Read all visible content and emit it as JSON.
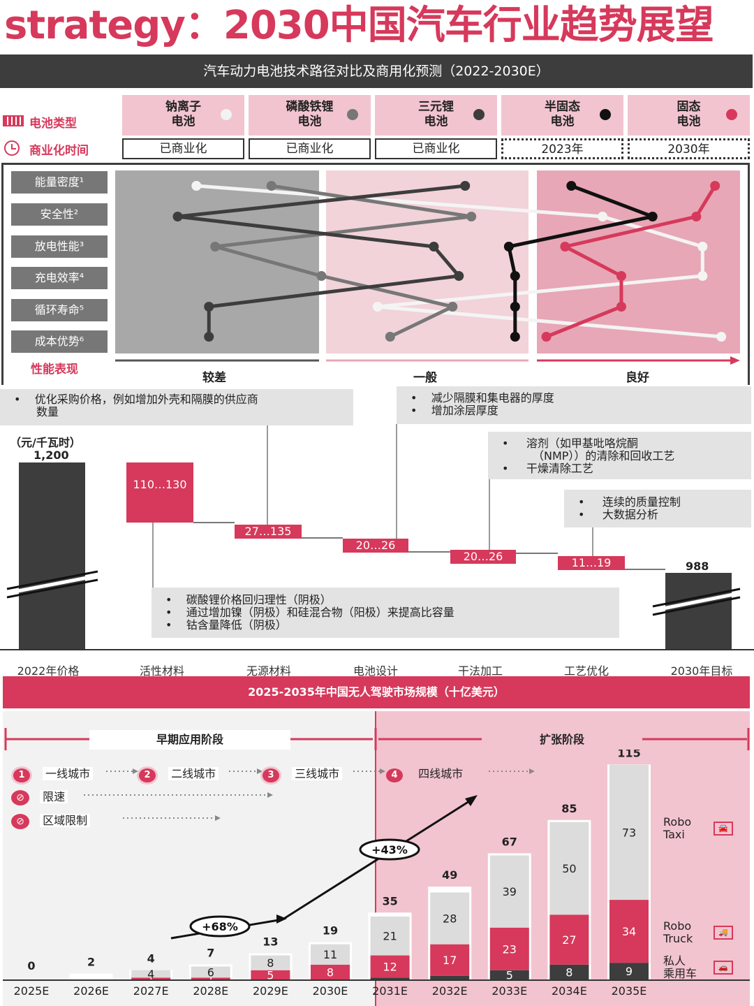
{
  "title": "strategy：2030中国汽车行业趋势展望",
  "section1": {
    "header": "汽车动力电池技术路径对比及商用化预测（2022-2030E）",
    "row_label_type": "电池类型",
    "row_label_time": "商业化时间",
    "battery_types": [
      {
        "name_line1": "钠离子",
        "name_line2": "电池",
        "dot_color": "#f2f2f2",
        "time": "已商业化"
      },
      {
        "name_line1": "磷酸铁锂",
        "name_line2": "电池",
        "dot_color": "#777777",
        "time": "已商业化"
      },
      {
        "name_line1": "三元锂",
        "name_line2": "电池",
        "dot_color": "#3d3d3d",
        "time": "已商业化"
      },
      {
        "name_line1": "半固态",
        "name_line2": "电池",
        "dot_color": "#111111",
        "time": "2023年"
      },
      {
        "name_line1": "固态",
        "name_line2": "电池",
        "dot_color": "#d6395b",
        "time": "2030年"
      }
    ],
    "metrics": [
      "能量密度¹",
      "安全性²",
      "放电性能³",
      "充电效率⁴",
      "循环寿命⁵",
      "成本优势⁶"
    ],
    "performance_label": "性能表现",
    "levels": [
      "较差",
      "一般",
      "良好"
    ]
  },
  "chart_data": [
    {
      "type": "line",
      "title": "",
      "categories": [
        "能量密度¹",
        "安全性²",
        "放电性能³",
        "充电效率⁴",
        "循环寿命⁵",
        "成本优势⁶"
      ],
      "scale_note": "performance score 0 (较差) to 1 (良好)",
      "series": [
        {
          "name": "钠离子电池",
          "color": "#f2f2f2",
          "values": [
            0.13,
            0.78,
            0.94,
            0.94,
            0.42,
            0.97
          ]
        },
        {
          "name": "磷酸铁锂电池",
          "color": "#777777",
          "values": [
            0.25,
            0.57,
            0.16,
            0.33,
            0.54,
            0.44
          ]
        },
        {
          "name": "三元锂电池",
          "color": "#3d3d3d",
          "values": [
            0.56,
            0.1,
            0.51,
            0.55,
            0.15,
            0.15
          ]
        },
        {
          "name": "半固态电池",
          "color": "#111111",
          "values": [
            0.73,
            0.86,
            0.63,
            0.64,
            0.64,
            0.64
          ]
        },
        {
          "name": "固态电池",
          "color": "#d6395b",
          "values": [
            0.96,
            0.93,
            0.72,
            0.81,
            0.81,
            0.69
          ]
        }
      ]
    },
    {
      "type": "bar",
      "subtype": "waterfall",
      "unit": "（元/千瓦时）",
      "categories": [
        "2022年价格",
        "活性材料",
        "无源材料",
        "电池设计",
        "干法加工",
        "工艺优化",
        "2030年目标"
      ],
      "values": [
        1200,
        120,
        81,
        23,
        23,
        15,
        988
      ],
      "value_labels": [
        "1,200",
        "110…130",
        "27…135",
        "20…26",
        "20…26",
        "11…19",
        "988"
      ]
    },
    {
      "type": "bar",
      "subtype": "stacked",
      "title": "2025-2035年中国无人驾驶市场规模（十亿美元）",
      "categories": [
        "2025E",
        "2026E",
        "2027E",
        "2028E",
        "2029E",
        "2030E",
        "2031E",
        "2032E",
        "2033E",
        "2034E",
        "2035E"
      ],
      "totals": [
        0,
        2,
        4,
        7,
        13,
        19,
        35,
        49,
        67,
        85,
        115
      ],
      "series": [
        {
          "name": "私人乘用车",
          "color": "#3d3d3d",
          "values": [
            0,
            0,
            0,
            0,
            0,
            0,
            1,
            2,
            5,
            8,
            9
          ]
        },
        {
          "name": "Robo Truck",
          "color": "#d6395b",
          "values": [
            0,
            0,
            1,
            1,
            5,
            8,
            12,
            17,
            23,
            27,
            34
          ]
        },
        {
          "name": "Robo Taxi",
          "color": "#dcdcdc",
          "values": [
            0,
            0,
            4,
            6,
            8,
            11,
            21,
            28,
            39,
            50,
            73
          ]
        }
      ],
      "annotations": [
        "+68%",
        "+43%"
      ]
    }
  ],
  "waterfall": {
    "unit": "（元/千瓦时）",
    "start_value": "1,200",
    "end_value": "988",
    "steps": [
      "110…130",
      "27…135",
      "20…26",
      "20…26",
      "11…19"
    ],
    "categories": [
      "2022年价格",
      "活性材料",
      "无源材料",
      "电池设计",
      "干法加工",
      "工艺优化",
      "2030年目标"
    ],
    "notes": {
      "passive": [
        "优化采购价格，例如增加外壳和隔膜的供应商",
        "数量"
      ],
      "design": [
        "减少隔膜和集电器的厚度",
        "增加涂层厚度"
      ],
      "dry": [
        "溶剂（如甲基吡咯烷酮",
        "（NMP））的清除和回收工艺",
        "干燥清除工艺"
      ],
      "process": [
        "连续的质量控制",
        "大数据分析"
      ],
      "active": [
        "碳酸锂价格回归理性（阴极）",
        "通过增加镍（阴极）和硅混合物（阳极）来提高比容量",
        "钴含量降低（阴极）"
      ]
    }
  },
  "section3": {
    "header": "2025-2035年中国无人驾驶市场规模（十亿美元）",
    "phase_early": "早期应用阶段",
    "phase_expand": "扩张阶段",
    "cities": [
      "一线城市",
      "二线城市",
      "三线城市",
      "四线城市"
    ],
    "city_nums": [
      "1",
      "2",
      "3",
      "4"
    ],
    "limit_speed": "限速",
    "limit_region": "区域限制",
    "cagr1": "+68%",
    "cagr2": "+43%",
    "legend_taxi": "Robo\nTaxi",
    "legend_truck": "Robo\nTruck",
    "legend_private": "私人\n乘用车"
  }
}
